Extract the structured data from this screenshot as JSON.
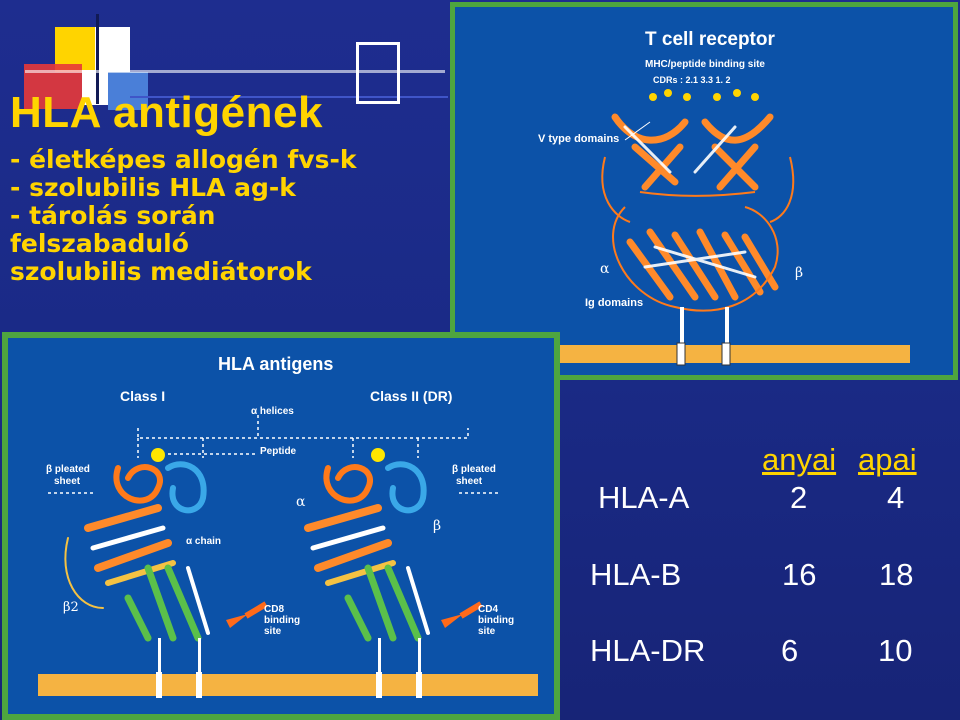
{
  "slide": {
    "title": "HLA antigének",
    "bullets": [
      "- életképes allogén fvs-k",
      "- szolubilis HLA ag-k",
      "- tárolás során",
      "felszabaduló",
      "szolubilis mediátorok"
    ]
  },
  "tcr_figure": {
    "title": "T cell receptor",
    "subtitle": "MHC/peptide binding site",
    "cdrs": "CDRs : 2.1 3.3 1. 2",
    "v_domains": "V type domains",
    "ig_domains": "Ig domains",
    "alpha": "α",
    "beta": "β"
  },
  "hla_figure": {
    "title": "HLA antigens",
    "class1": "Class I",
    "class2": "Class II (DR)",
    "helices": "α helices",
    "peptide": "Peptide",
    "pleated_left_1": "β pleated",
    "pleated_left_2": "sheet",
    "pleated_right_1": "β pleated",
    "pleated_right_2": "sheet",
    "alpha_chain": "α chain",
    "alpha": "α",
    "beta": "β",
    "beta2": "β2",
    "cd8_1": "CD8",
    "cd8_2": "binding",
    "cd8_3": "site",
    "cd4_1": "CD4",
    "cd4_2": "binding",
    "cd4_3": "site"
  },
  "table": {
    "headers": [
      "anyai",
      "apai"
    ],
    "rows": [
      {
        "name": "HLA-A",
        "anyai": "2",
        "apai": "4"
      },
      {
        "name": "HLA-B",
        "anyai": "16",
        "apai": "18"
      },
      {
        "name": "HLA-DR",
        "anyai": "6",
        "apai": "10"
      }
    ]
  },
  "colors": {
    "background": "#1e2d8f",
    "title_yellow": "#ffd400",
    "panel_border": "#4ea53f",
    "panel_fill": "#0c52a8",
    "membrane": "#f5b342"
  }
}
